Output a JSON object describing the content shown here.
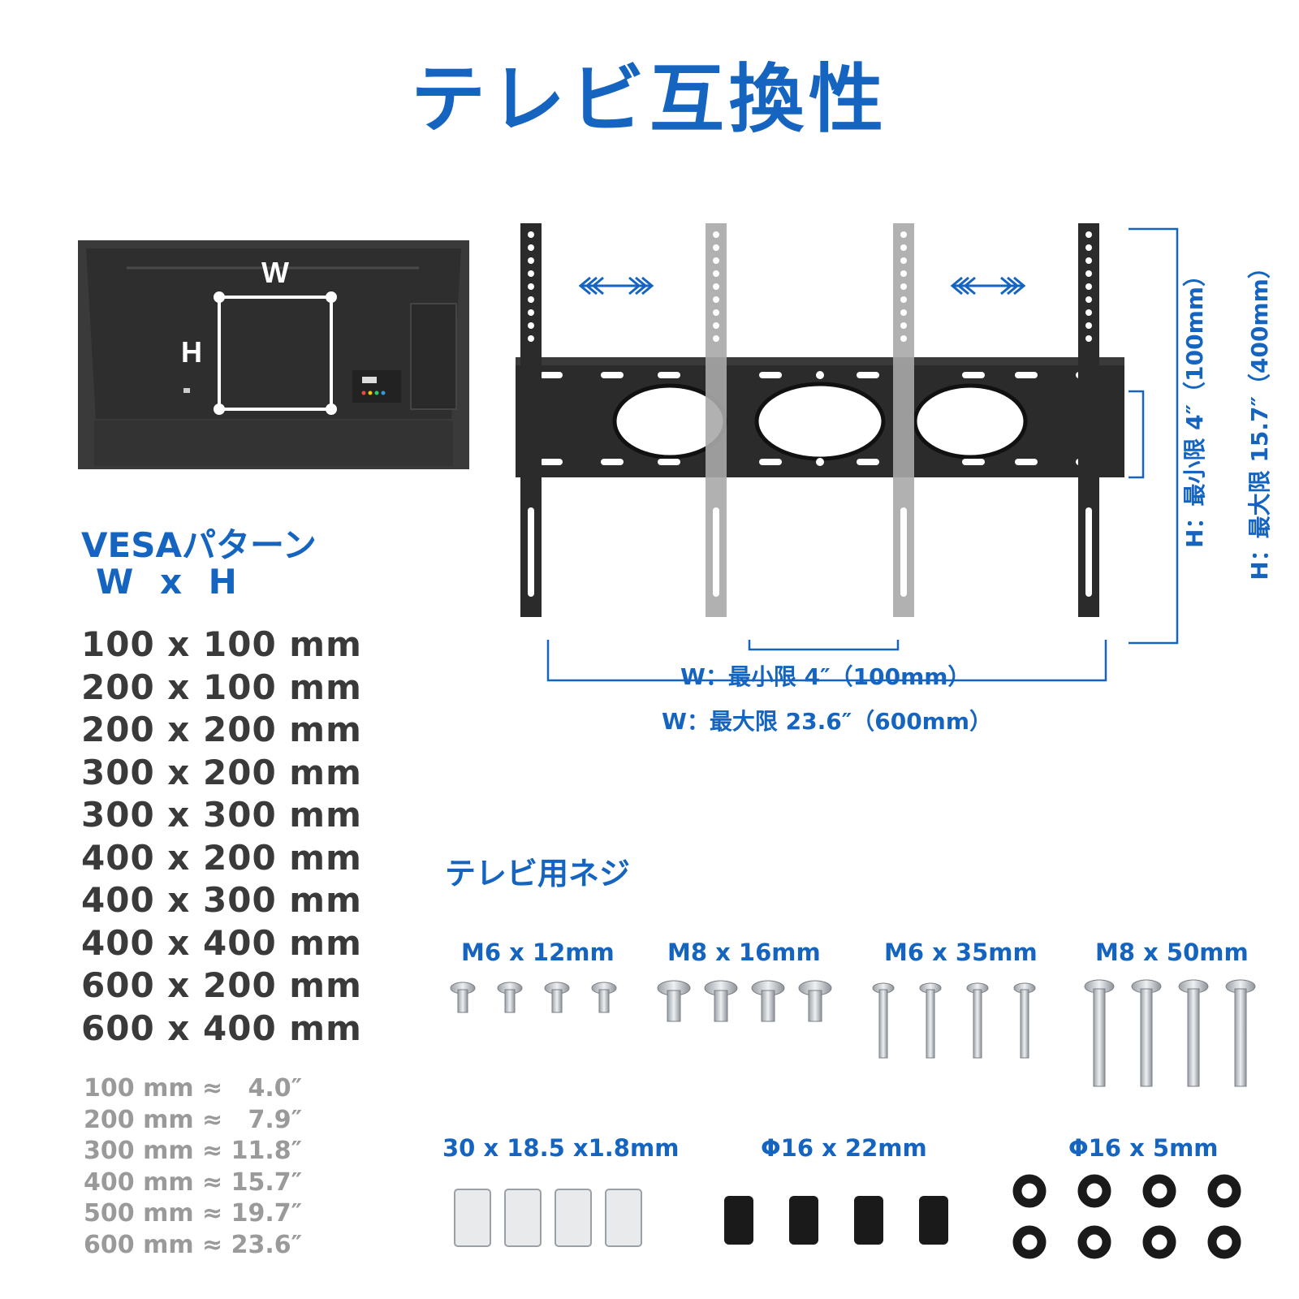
{
  "title": "テレビ互換性",
  "tv_labels": {
    "w": "W",
    "h": "H"
  },
  "vesa": {
    "heading": "VESAパターン",
    "wxh": "W x H",
    "patterns": [
      "100 x 100 mm",
      "200 x 100 mm",
      "200 x 200 mm",
      "300 x 200 mm",
      "300 x 300 mm",
      "400 x 200 mm",
      "400 x 300 mm",
      "400 x 400 mm",
      "600 x 200 mm",
      "600 x 400 mm"
    ],
    "conversions": [
      "100 mm ≈   4.0″",
      "200 mm ≈   7.9″",
      "300 mm ≈ 11.8″",
      "400 mm ≈ 15.7″",
      "500 mm ≈ 19.7″",
      "600 mm ≈ 23.6″"
    ]
  },
  "mount_dimensions": {
    "w_min": "W：最小限  4″（100mm）",
    "w_max": "W：最大限  23.6″（600mm）",
    "h_min": "H：最小限  4″（100mm）",
    "h_max": "H：最大限  15.7″（400mm）"
  },
  "screws": {
    "heading": "テレビ用ネジ",
    "items": [
      {
        "label": "M6 x 12mm"
      },
      {
        "label": "M8 x 16mm"
      },
      {
        "label": "M6 x 35mm"
      },
      {
        "label": "M8 x 50mm"
      },
      {
        "label": "30 x 18.5 x1.8mm"
      },
      {
        "label": "Φ16 x 22mm"
      },
      {
        "label": "Φ16 x 5mm"
      }
    ]
  },
  "colors": {
    "accent": "#1565c0",
    "text_dark": "#3a3a3a",
    "text_light": "#9a9a9a",
    "bracket_dark": "#2b2b2b",
    "bracket_light": "#a9a9a9"
  }
}
